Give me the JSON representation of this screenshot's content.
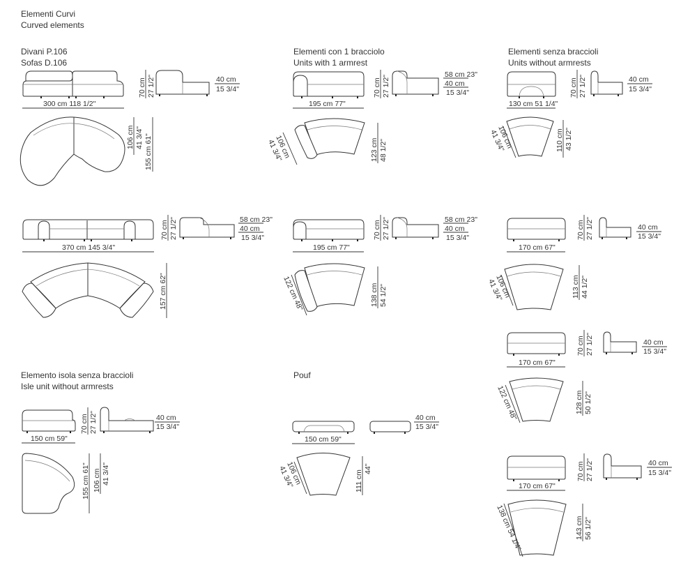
{
  "header": {
    "title_it": "Elementi Curvi",
    "title_en": "Curved elements"
  },
  "sections": {
    "sofas": {
      "title_it": "Divani P.106",
      "title_en": "Sofas D.106"
    },
    "one_arm": {
      "title_it": "Elementi con 1 bracciolo",
      "title_en": "Units with 1 armrest"
    },
    "no_arm": {
      "title_it": "Elementi senza braccioli",
      "title_en": "Units without armrests"
    },
    "isle": {
      "title_it": "Elemento isola senza braccioli",
      "title_en": "Isle unit without armrests"
    },
    "pouf": {
      "title": "Pouf"
    }
  },
  "dims": {
    "sofa300_w": "300 cm 118 1/2\"",
    "sofa300_h": "70 cm",
    "sofa300_h_in": "27 1/2\"",
    "sofa300_seat": "40 cm",
    "sofa300_seat_in": "15 3/4\"",
    "sofa300_d1": "106 cm",
    "sofa300_d1_in": "41 3/4\"",
    "sofa300_d2": "155 cm 61\"",
    "sofa370_w": "370 cm 145 3/4\"",
    "sofa370_h": "70 cm",
    "sofa370_h_in": "27 1/2\"",
    "sofa370_arm": "58 cm 23\"",
    "sofa370_seat": "40 cm",
    "sofa370_seat_in": "15 3/4\"",
    "sofa370_d": "157 cm 62\"",
    "arm195a_w": "195 cm 77\"",
    "arm195a_h": "70 cm",
    "arm195a_h_in": "27 1/2\"",
    "arm195a_arm": "58 cm 23\"",
    "arm195a_seat": "40 cm",
    "arm195a_seat_in": "15 3/4\"",
    "arm195a_depth": "106 cm",
    "arm195a_depth_in": "41 3/4\"",
    "arm195a_d": "123 cm",
    "arm195a_d_in": "48 1/2\"",
    "arm195b_w": "195 cm 77\"",
    "arm195b_h": "70 cm",
    "arm195b_h_in": "27 1/2\"",
    "arm195b_arm": "58 cm 23\"",
    "arm195b_seat": "40 cm",
    "arm195b_seat_in": "15 3/4\"",
    "arm195b_depth": "122 cm 48\"",
    "arm195b_d": "138 cm",
    "arm195b_d_in": "54 1/2\"",
    "na130_w": "130 cm 51 1/4\"",
    "na130_h": "70 cm",
    "na130_h_in": "27 1/2\"",
    "na130_seat": "40 cm",
    "na130_seat_in": "15 3/4\"",
    "na130_depth": "106 cm",
    "na130_depth_in": "41 3/4\"",
    "na130_d": "110 cm",
    "na130_d_in": "43 1/2\"",
    "na170a_w": "170 cm 67\"",
    "na170a_h": "70 cm",
    "na170a_h_in": "27 1/2\"",
    "na170a_seat": "40 cm",
    "na170a_seat_in": "15 3/4\"",
    "na170a_depth": "106 cm",
    "na170a_depth_in": "41 3/4\"",
    "na170a_d": "113 cm",
    "na170a_d_in": "44 1/2\"",
    "na170b_w": "170 cm 67\"",
    "na170b_h": "70 cm",
    "na170b_h_in": "27 1/2\"",
    "na170b_seat": "40 cm",
    "na170b_seat_in": "15 3/4\"",
    "na170b_depth": "122 cm 48\"",
    "na170b_d": "128 cm",
    "na170b_d_in": "50 1/2\"",
    "na170c_w": "170 cm 67\"",
    "na170c_h": "70 cm",
    "na170c_h_in": "27 1/2\"",
    "na170c_seat": "40 cm",
    "na170c_seat_in": "15 3/4\"",
    "na170c_depth": "138 cm 54 1/4\"",
    "na170c_d": "143 cm",
    "na170c_d_in": "56 1/2\"",
    "isle_w": "150 cm 59\"",
    "isle_h": "70 cm",
    "isle_h_in": "27 1/2\"",
    "isle_seat": "40 cm",
    "isle_seat_in": "15 3/4\"",
    "isle_d1": "155 cm 61\"",
    "isle_d2": "106 cm",
    "isle_d2_in": "41 3/4\"",
    "pouf_w": "150 cm 59\"",
    "pouf_seat": "40 cm",
    "pouf_seat_in": "15 3/4\"",
    "pouf_depth": "106 cm",
    "pouf_depth_in": "41 3/4\"",
    "pouf_d": "111 cm",
    "pouf_d_in": "44\""
  }
}
